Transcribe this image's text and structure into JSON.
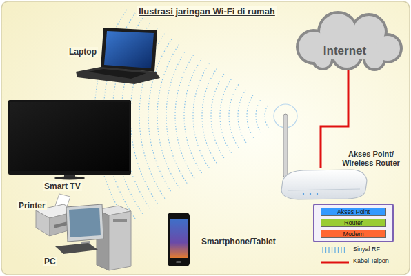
{
  "diagram": {
    "title": "Ilustrasi jaringan Wi-Fi di rumah",
    "nodes": [
      {
        "text": [
          "Internet"
        ]
      },
      {
        "text": [
          "Akses Point/ Wireless Router"
        ]
      },
      {
        "text": [
          "Akses Point"
        ]
      },
      {
        "text": [
          "Router"
        ]
      },
      {
        "text": [
          "Modem"
        ]
      }
    ],
    "edges": [
      {
        "from": 0,
        "to": 1,
        "arrow": "none"
      }
    ],
    "labels": [
      "Laptop",
      "Smart TV",
      "Printer",
      "PC",
      "Smartphone/Tablet"
    ],
    "legend": [
      {
        "text": "Sinyal RF"
      },
      {
        "text": "Kabel Telpon"
      }
    ]
  }
}
